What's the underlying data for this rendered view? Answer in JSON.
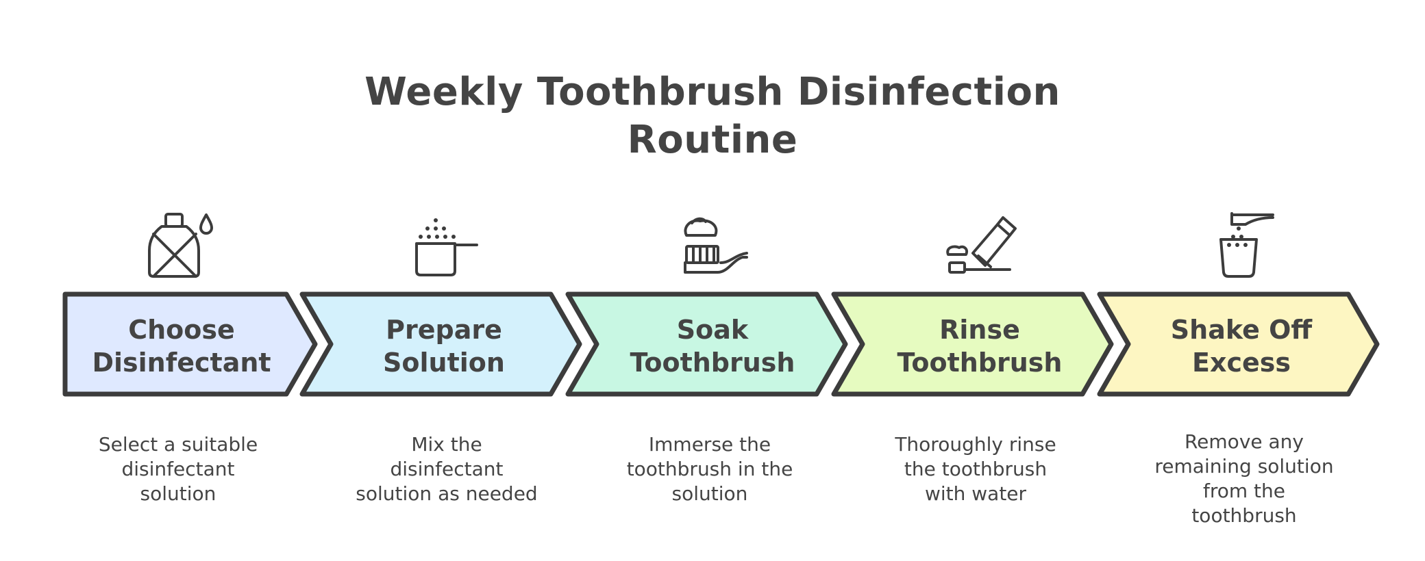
{
  "title": [
    "Weekly Toothbrush Disinfection",
    "Routine"
  ],
  "steps": [
    {
      "label": [
        "Choose",
        "Disinfectant"
      ],
      "fill": "#dfe9ff",
      "icon": "disinfectant-bottle-icon",
      "description": [
        "Select a suitable",
        "disinfectant",
        "solution"
      ]
    },
    {
      "label": [
        "Prepare",
        "Solution"
      ],
      "fill": "#d4f1fc",
      "icon": "measuring-cup-icon",
      "description": [
        "Mix the",
        "disinfectant",
        "solution as needed"
      ]
    },
    {
      "label": [
        "Soak",
        "Toothbrush"
      ],
      "fill": "#c8f7e3",
      "icon": "toothbrush-with-paste-icon",
      "description": [
        "Immerse the",
        "toothbrush in the",
        "solution"
      ]
    },
    {
      "label": [
        "Rinse",
        "Toothbrush"
      ],
      "fill": "#e6fbc0",
      "icon": "toothpaste-tube-icon",
      "description": [
        "Thoroughly rinse",
        "the toothbrush",
        "with water"
      ]
    },
    {
      "label": [
        "Shake Off",
        "Excess"
      ],
      "fill": "#fdf6c2",
      "icon": "faucet-cup-icon",
      "description": [
        "Remove any",
        "remaining solution",
        "from the",
        "toothbrush"
      ]
    }
  ],
  "colors": {
    "stroke": "#3c3c3c",
    "text": "#444444",
    "background": "#ffffff"
  }
}
